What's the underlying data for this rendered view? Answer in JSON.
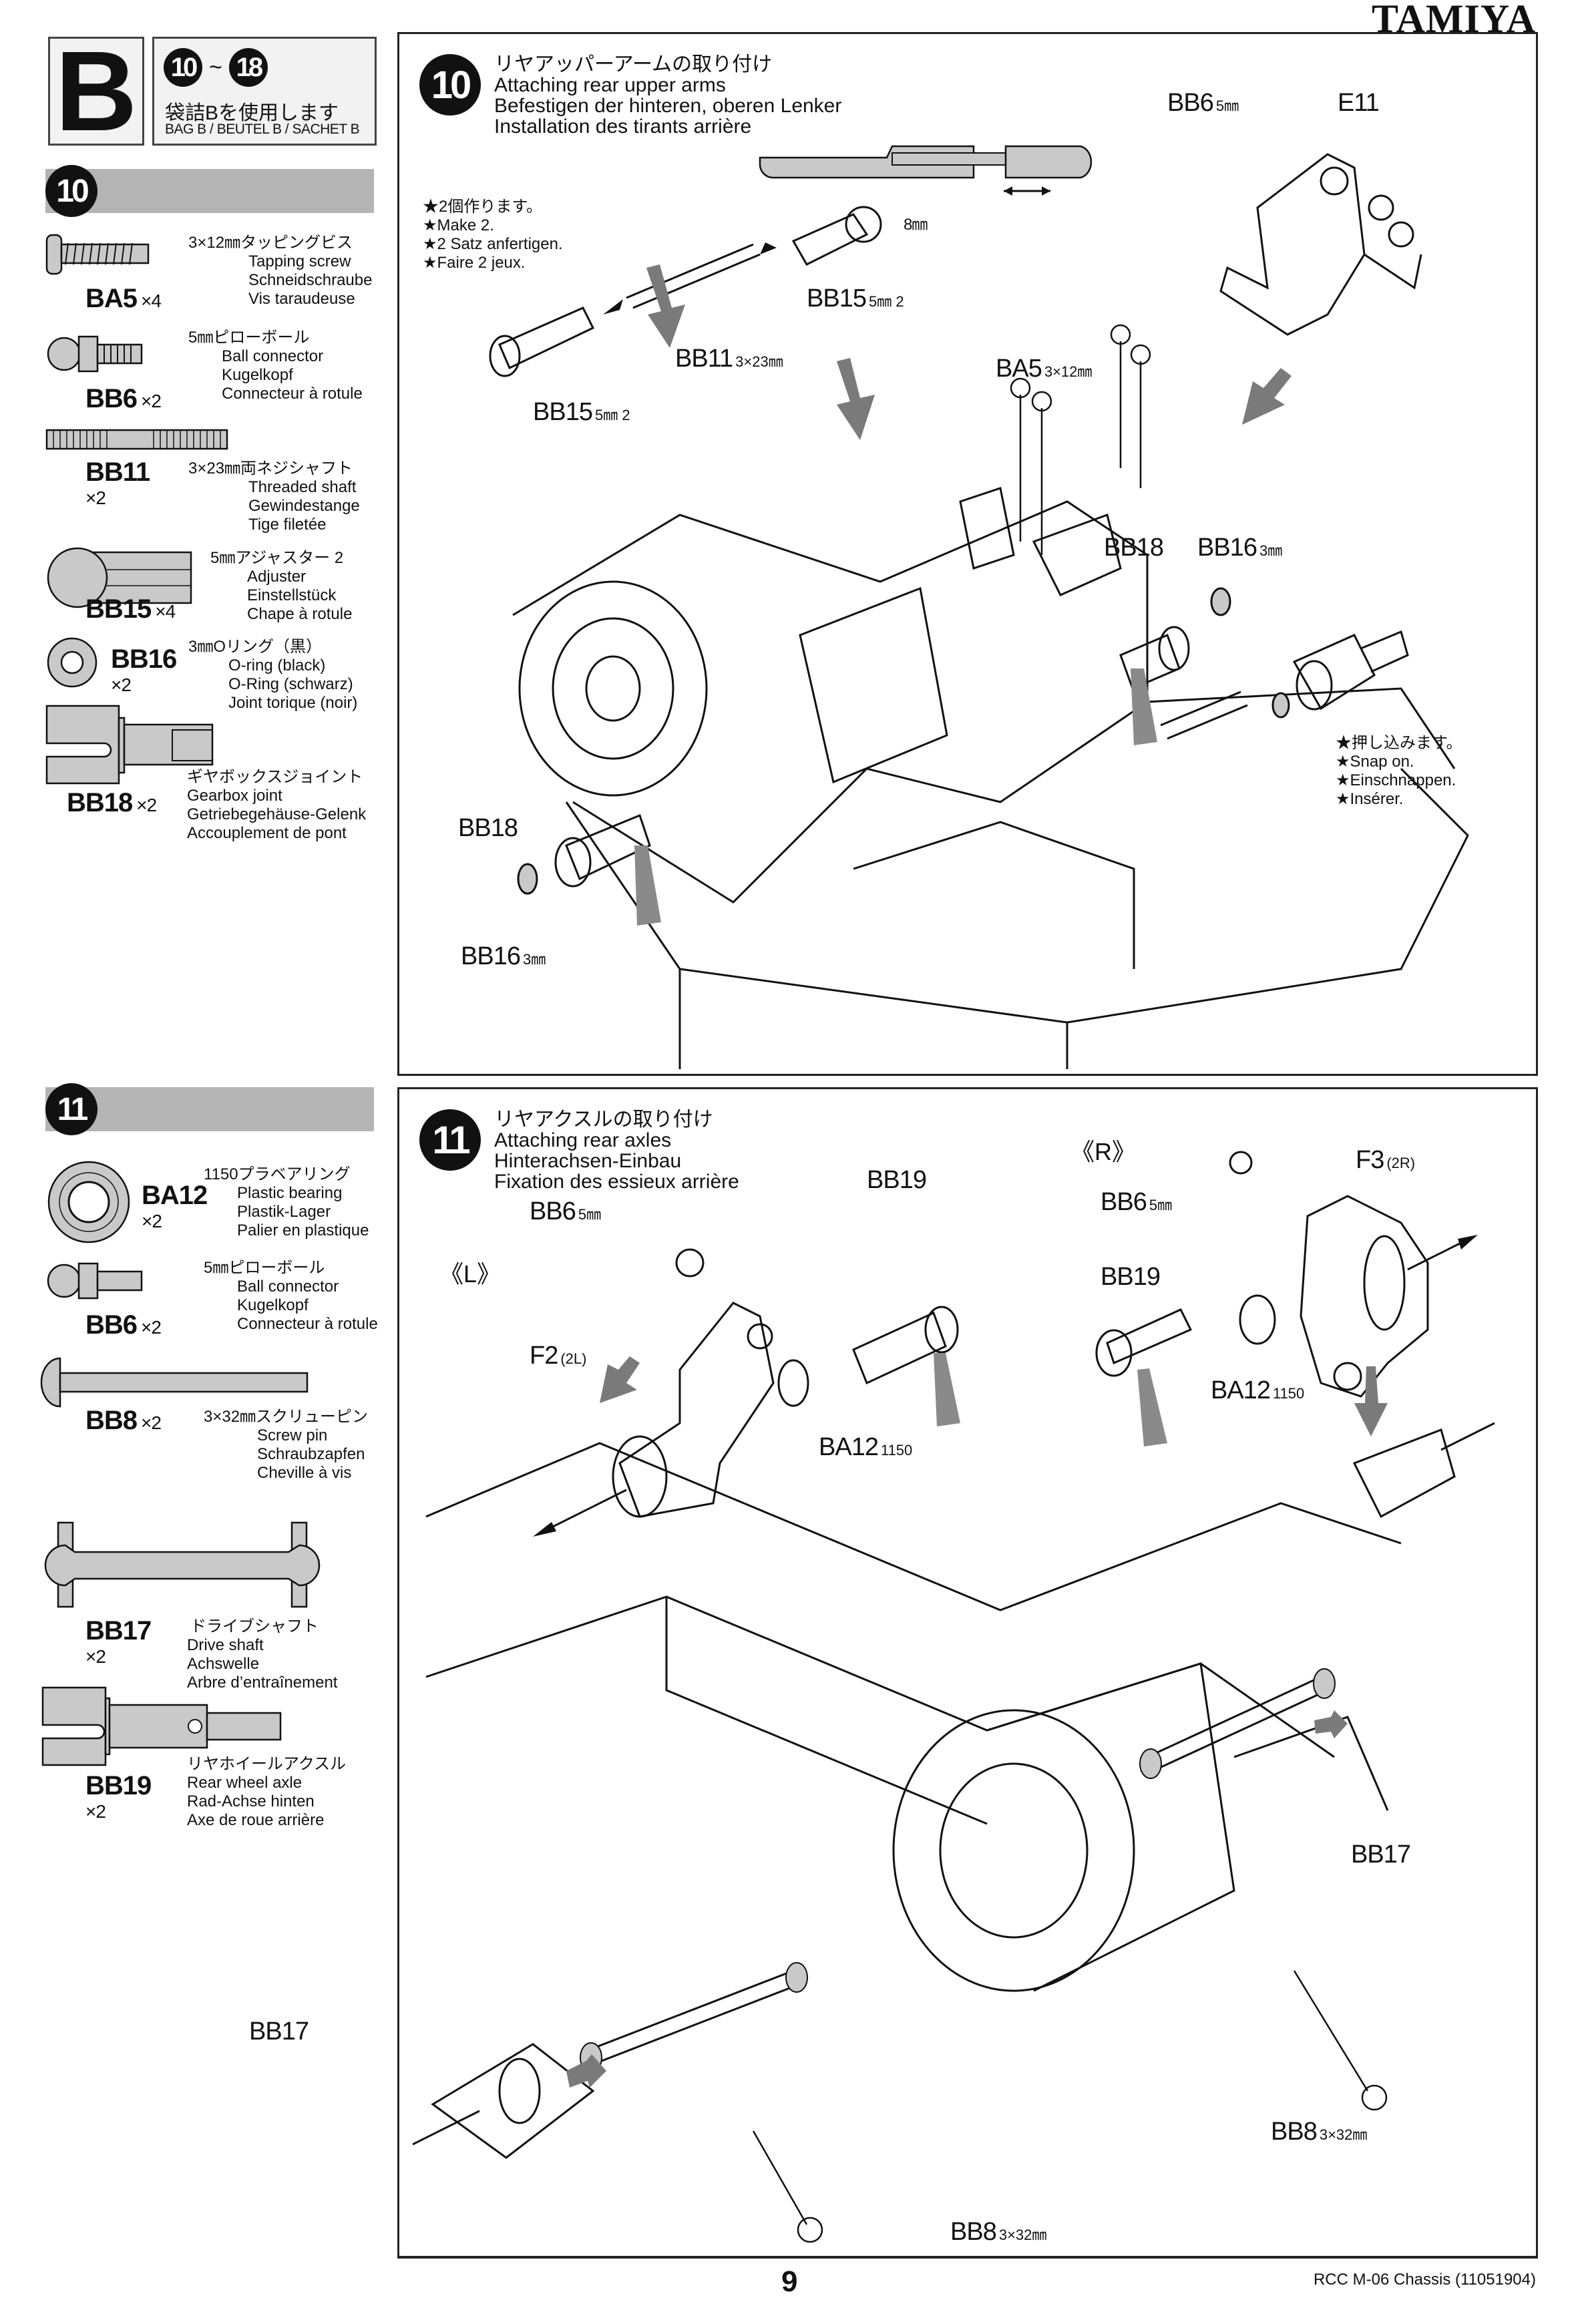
{
  "brand": "TAMIYA",
  "bag": {
    "letter": "B",
    "range_start": "10",
    "range_sep": "~",
    "range_end": "18",
    "jp": "袋詰Bを使用します",
    "en": "BAG B / BEUTEL B / SACHET B"
  },
  "step10": {
    "number": "10",
    "parts": [
      {
        "code": "BA5",
        "qty": "×4",
        "jp": "3×12㎜タッピングビス",
        "en": "Tapping screw",
        "de": "Schneidschraube",
        "fr": "Vis taraudeuse",
        "icon": "tapping-screw-icon"
      },
      {
        "code": "BB6",
        "qty": "×2",
        "jp": "5㎜ピローボール",
        "en": "Ball connector",
        "de": "Kugelkopf",
        "fr": "Connecteur à rotule",
        "icon": "ball-connector-icon"
      },
      {
        "code": "BB11",
        "qty": "×2",
        "jp": "3×23㎜両ネジシャフト",
        "en": "Threaded shaft",
        "de": "Gewindestange",
        "fr": "Tige filetée",
        "icon": "threaded-shaft-icon"
      },
      {
        "code": "BB15",
        "qty": "×4",
        "jp": "5㎜アジャスター 2",
        "en": "Adjuster",
        "de": "Einstellstück",
        "fr": "Chape à rotule",
        "icon": "adjuster-icon"
      },
      {
        "code": "BB16",
        "qty": "×2",
        "jp": "3㎜Oリング（黒）",
        "en": "O-ring (black)",
        "de": "O-Ring (schwarz)",
        "fr": "Joint torique (noir)",
        "icon": "o-ring-icon"
      },
      {
        "code": "BB18",
        "qty": "×2",
        "jp": "ギヤボックスジョイント",
        "en": "Gearbox joint",
        "de": "Getriebegehäuse-Gelenk",
        "fr": "Accouplement de pont",
        "icon": "gearbox-joint-icon"
      }
    ],
    "title": {
      "jp": "リヤアッパーアームの取り付け",
      "en": "Attaching rear upper arms",
      "de": "Befestigen der hinteren, oberen Lenker",
      "fr": "Installation des tirants arrière"
    },
    "notes": [
      "★2個作ります。",
      "★Make 2.",
      "★2 Satz anfertigen.",
      "★Faire 2 jeux."
    ],
    "snap_notes": [
      "★押し込みます。",
      "★Snap on.",
      "★Einschnappen.",
      "★Insérer."
    ],
    "dimension": "8㎜",
    "labels": [
      {
        "code": "BB15",
        "spec": "5㎜ 2"
      },
      {
        "code": "BB11",
        "spec": "3×23㎜"
      },
      {
        "code": "BB15",
        "spec": "5㎜ 2"
      },
      {
        "code": "BB6",
        "spec": "5㎜"
      },
      {
        "code": "E11",
        "spec": ""
      },
      {
        "code": "BA5",
        "spec": "3×12㎜"
      },
      {
        "code": "BB18",
        "spec": ""
      },
      {
        "code": "BB16",
        "spec": "3㎜"
      },
      {
        "code": "BB18",
        "spec": ""
      },
      {
        "code": "BB16",
        "spec": "3㎜"
      }
    ]
  },
  "step11": {
    "number": "11",
    "parts": [
      {
        "code": "BA12",
        "qty": "×2",
        "jp": "1150プラベアリング",
        "en": "Plastic bearing",
        "de": "Plastik-Lager",
        "fr": "Palier en plastique",
        "icon": "plastic-bearing-icon"
      },
      {
        "code": "BB6",
        "qty": "×2",
        "jp": "5㎜ピローボール",
        "en": "Ball connector",
        "de": "Kugelkopf",
        "fr": "Connecteur à rotule",
        "icon": "ball-connector-icon"
      },
      {
        "code": "BB8",
        "qty": "×2",
        "jp": "3×32㎜スクリューピン",
        "en": "Screw pin",
        "de": "Schraubzapfen",
        "fr": "Cheville à vis",
        "icon": "screw-pin-icon"
      },
      {
        "code": "BB17",
        "qty": "×2",
        "jp": "ドライブシャフト",
        "en": "Drive shaft",
        "de": "Achswelle",
        "fr": "Arbre d’entraînement",
        "icon": "drive-shaft-icon"
      },
      {
        "code": "BB19",
        "qty": "×2",
        "jp": "リヤホイールアクスル",
        "en": "Rear wheel axle",
        "de": "Rad-Achse hinten",
        "fr": "Axe de roue arrière",
        "icon": "rear-axle-icon"
      }
    ],
    "title": {
      "jp": "リヤアクスルの取り付け",
      "en": "Attaching rear axles",
      "de": "Hinterachsen-Einbau",
      "fr": "Fixation des essieux arrière"
    },
    "side_left": "《L》",
    "side_right": "《R》",
    "labels": [
      {
        "code": "BB6",
        "spec": "5㎜"
      },
      {
        "code": "BB19",
        "spec": ""
      },
      {
        "code": "F2",
        "spec": "(2L)"
      },
      {
        "code": "BA12",
        "spec": "1150"
      },
      {
        "code": "BB6",
        "spec": "5㎜"
      },
      {
        "code": "F3",
        "spec": "(2R)"
      },
      {
        "code": "BB19",
        "spec": ""
      },
      {
        "code": "BA12",
        "spec": "1150"
      },
      {
        "code": "BB17",
        "spec": ""
      },
      {
        "code": "BB17",
        "spec": ""
      },
      {
        "code": "BB8",
        "spec": "3×32㎜"
      },
      {
        "code": "BB8",
        "spec": "3×32㎜"
      }
    ]
  },
  "footer": {
    "page": "9",
    "title": "RCC M-06 Chassis (11051904)"
  }
}
